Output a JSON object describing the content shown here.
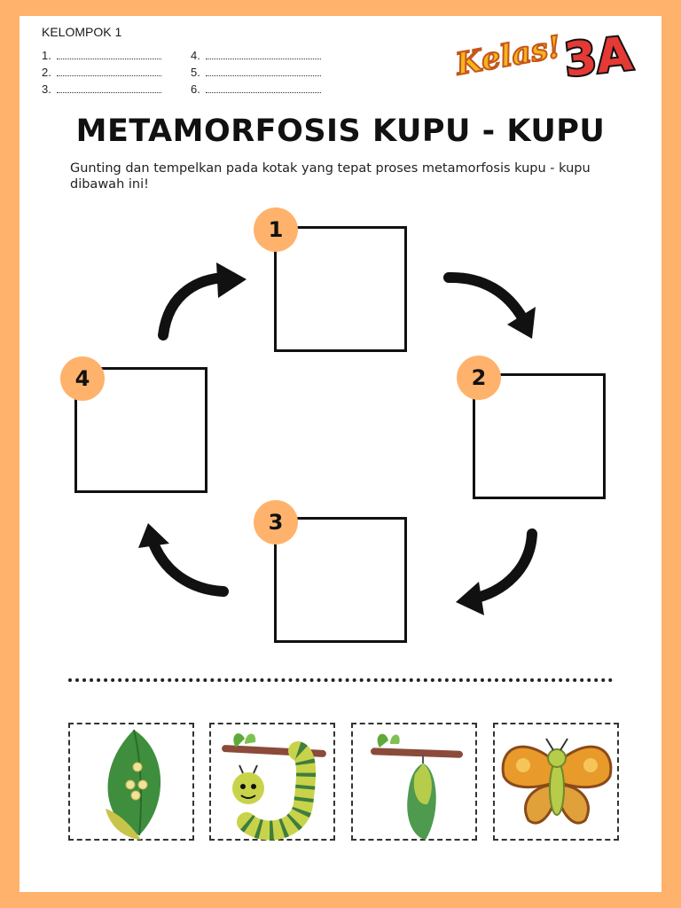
{
  "header": {
    "group_label": "KELOMPOK 1",
    "members": [
      "1.",
      "2.",
      "3.",
      "4.",
      "5.",
      "6."
    ],
    "logo_text": "Kelas!",
    "logo_class": "3A"
  },
  "title": "METAMORFOSIS KUPU - KUPU",
  "instruction": "Gunting dan tempelkan pada kotak yang tepat proses metamorfosis kupu - kupu dibawah ini!",
  "steps": [
    "1",
    "2",
    "3",
    "4"
  ],
  "cutouts": [
    "egg-leaf-image",
    "caterpillar-image",
    "pupa-image",
    "butterfly-image"
  ],
  "colors": {
    "frame": "#FFB26B",
    "badge": "#FFB26B",
    "logo_yellow": "#F5B51C",
    "logo_red": "#E53935"
  }
}
